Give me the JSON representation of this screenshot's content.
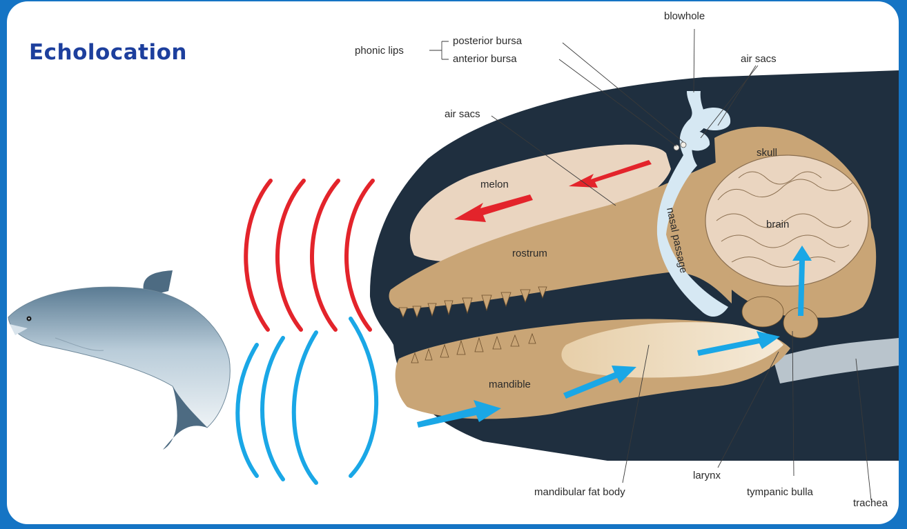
{
  "title": "Echolocation",
  "colors": {
    "page_border": "#1574c4",
    "whale_body": "#1f2f3f",
    "bone": "#c9a576",
    "melon": "#ead5c0",
    "nasal": "#d6e8f3",
    "outgoing_waves": "#e3242b",
    "returning_waves": "#1aa7e6",
    "title": "#1d3f9d"
  },
  "labels": {
    "blowhole": "blowhole",
    "phonic_lips": "phonic lips",
    "posterior_bursa": "posterior bursa",
    "anterior_bursa": "anterior bursa",
    "air_sacs_top": "air sacs",
    "air_sacs_left": "air sacs",
    "skull": "skull",
    "melon": "melon",
    "brain": "brain",
    "nasal_passage": "nasal passage",
    "rostrum": "rostrum",
    "mandible": "mandible",
    "mandibular_fat_body": "mandibular fat body",
    "larynx": "larynx",
    "tympanic_bulla": "tympanic bulla",
    "trachea": "trachea"
  },
  "icons": [
    "fish-icon",
    "outgoing-sound-wave",
    "returning-sound-wave",
    "sound-direction-arrow"
  ]
}
